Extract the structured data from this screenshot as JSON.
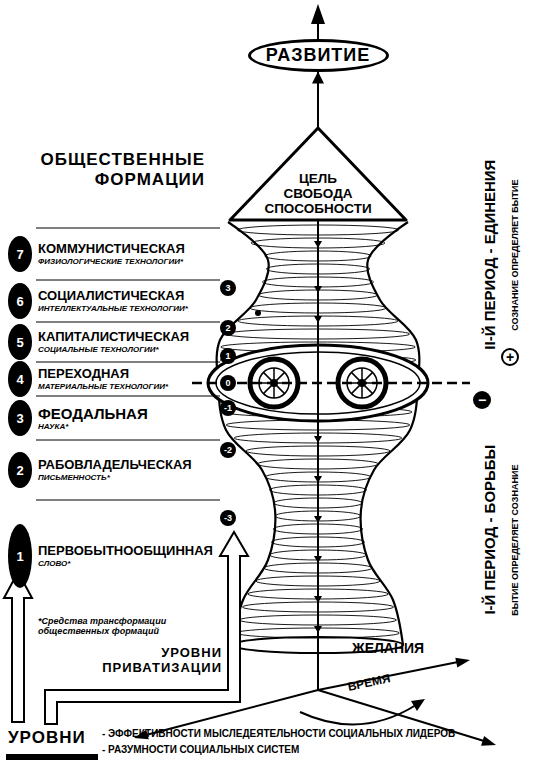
{
  "diagram": {
    "nodes": [
      {
        "text": [
          "РАЗВИТИЕ"
        ]
      },
      {
        "text": [
          "ЦЕЛЬ СВОБОДА СПОСОБНОСТИ"
        ]
      },
      {
        "text": [
          "7",
          "КОММУНИСТИЧЕСКАЯ",
          "ФИЗИОЛОГИЧЕСКИЕ ТЕХНОЛОГИИ*"
        ]
      },
      {
        "text": [
          "6",
          "СОЦИАЛИСТИЧЕСКАЯ",
          "ИНТЕЛЛЕКТУАЛЬНЫЕ ТЕХНОЛОГИИ*"
        ]
      },
      {
        "text": [
          "5",
          "КАПИТАЛИСТИЧЕСКАЯ",
          "СОЦИАЛЬНЫЕ ТЕХНОЛОГИИ*"
        ]
      },
      {
        "text": [
          "4",
          "ПЕРЕХОДНАЯ",
          "МАТЕРИАЛЬНЫЕ ТЕХНОЛОГИИ*"
        ]
      },
      {
        "text": [
          "3",
          "ФЕОДАЛЬНАЯ",
          "НАУКА*"
        ]
      },
      {
        "text": [
          "2",
          "РАБОВЛАДЕЛЬЧЕСКАЯ",
          "ПИСЬМЕННОСТЬ*"
        ]
      },
      {
        "text": [
          "1",
          "ПЕРВОБЫТНООБЩИННАЯ",
          "СЛОВО*"
        ]
      },
      {
        "text": [
          "3"
        ]
      },
      {
        "text": [
          "2"
        ]
      },
      {
        "text": [
          "1"
        ]
      },
      {
        "text": [
          "0"
        ]
      },
      {
        "text": [
          "-1"
        ]
      },
      {
        "text": [
          "-2"
        ]
      },
      {
        "text": [
          "-3"
        ]
      },
      {
        "text": [
          "+"
        ]
      },
      {
        "text": [
          "−"
        ]
      }
    ],
    "edges": [
      {
        "from": 1,
        "to": 0,
        "arrow": "to"
      }
    ],
    "labels": [
      "ОБЩЕСТВЕННЫЕ ФОРМАЦИИ",
      "II-Й ПЕРИОД - ЕДИНЕНИЯ",
      "СОЗНАНИЕ ОПРЕДЕЛЯЕТ БЫТИЕ",
      "I-Й ПЕРИОД - БОРЬБЫ",
      "БЫТИЕ ОПРЕДЕЛЯЕТ СОЗНАНИЕ",
      "ЖЕЛАНИЯ",
      "ВРЕМЯ",
      "*Средства трансформации общественных формаций",
      "УРОВНИ ПРИВАТИЗАЦИИ",
      "УРОВНИ",
      "- ЭФФЕКТИВНОСТИ МЫСЛЕДЕЯТЕЛЬНОСТИ СОЦИАЛЬНЫХ ЛИДЕРОВ",
      "- РАЗУМНОСТИ СОЦИАЛЬНЫХ СИСТЕМ"
    ]
  }
}
